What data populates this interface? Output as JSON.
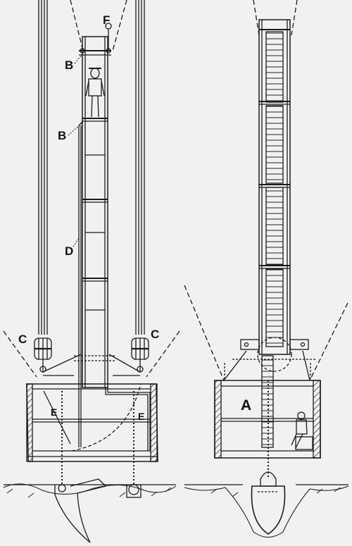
{
  "labels": {
    "F": "F",
    "B_top": "B",
    "B_mid": "B",
    "D": "D",
    "C_left": "C",
    "C_right": "C",
    "E_left": "E",
    "E_right": "E",
    "A": "A"
  },
  "colors": {
    "ink": "#1a1a1a",
    "paper": "#f1f1f1"
  }
}
